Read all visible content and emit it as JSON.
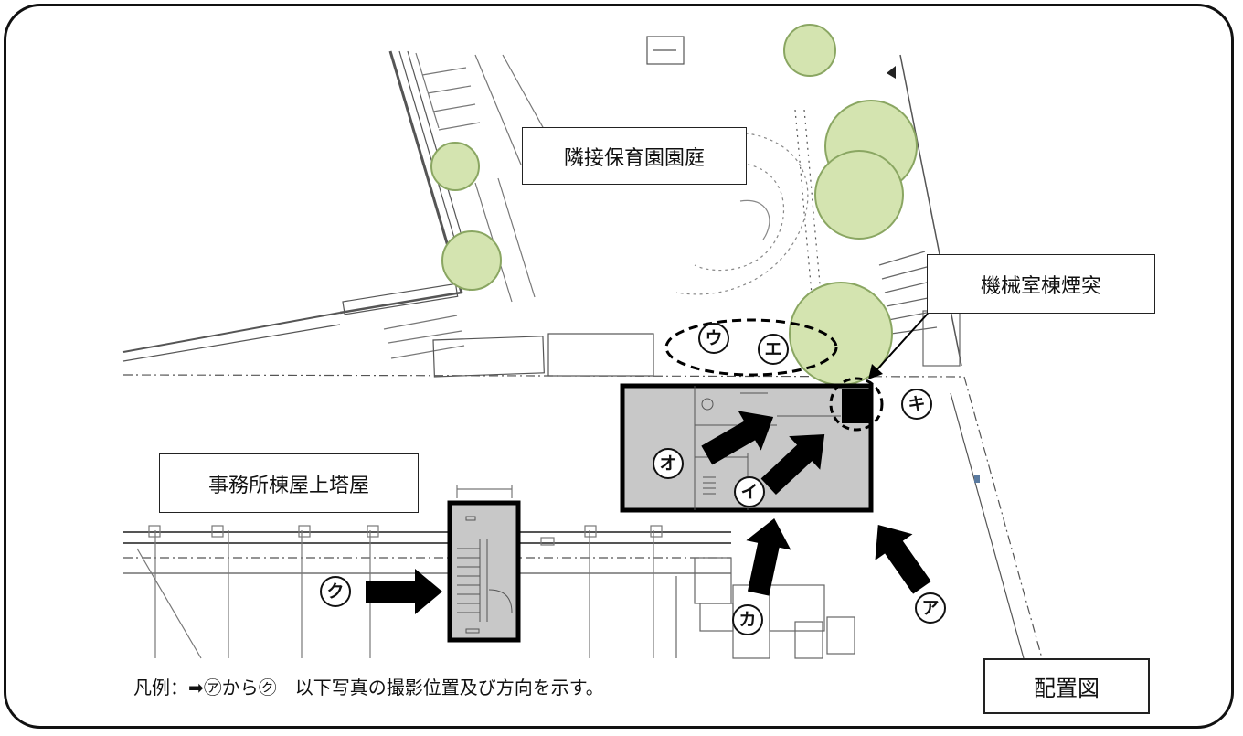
{
  "labels": {
    "garden": "隣接保育園園庭",
    "chimney": "機械室棟煙突",
    "office_penthouse": "事務所棟屋上塔屋",
    "site_plan": "配置図"
  },
  "legend": {
    "text": "凡例：➡㋐から㋗　以下写真の撮影位置及び方向を示す。"
  },
  "markers": {
    "a": "ア",
    "i": "イ",
    "u": "ウ",
    "e": "エ",
    "o": "オ",
    "ka": "カ",
    "ki": "キ",
    "ku": "ク"
  },
  "colors": {
    "tree_fill": "#d4e4b0",
    "tree_stroke": "#8aa662",
    "building_fill": "#c8c8c8",
    "arrow": "#000000"
  }
}
